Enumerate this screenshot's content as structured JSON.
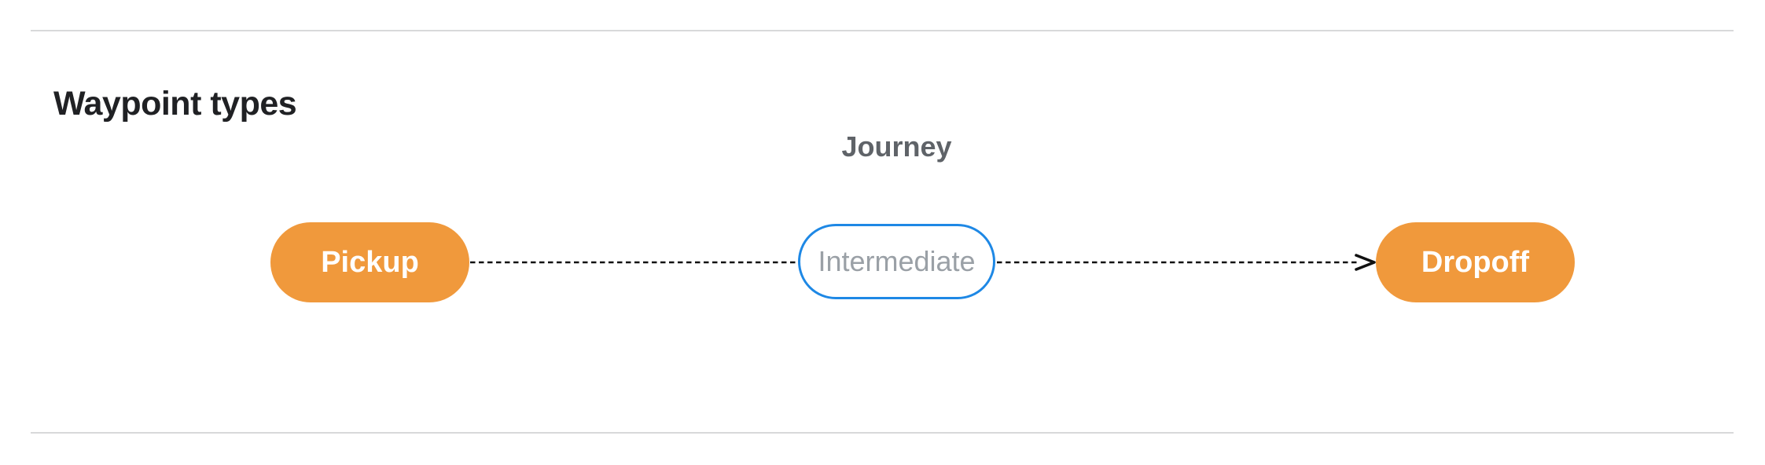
{
  "header": {
    "title": "Waypoint types"
  },
  "diagram": {
    "label": "Journey",
    "nodes": [
      {
        "id": "pickup",
        "label": "Pickup",
        "type": "endpoint"
      },
      {
        "id": "intermediate",
        "label": "Intermediate",
        "type": "intermediate"
      },
      {
        "id": "dropoff",
        "label": "Dropoff",
        "type": "endpoint"
      }
    ],
    "edges": [
      {
        "from": "pickup",
        "to": "intermediate",
        "style": "dashed",
        "arrow": false
      },
      {
        "from": "intermediate",
        "to": "dropoff",
        "style": "dashed",
        "arrow": true
      }
    ],
    "colors": {
      "endpoint_fill": "#f0993c",
      "endpoint_text": "#ffffff",
      "intermediate_border": "#1e88e5",
      "intermediate_text": "#9aa0a6",
      "edge_stroke": "#111111",
      "journey_label": "#5f6368",
      "title_text": "#202124",
      "divider": "#d8d9da",
      "background": "#ffffff"
    }
  }
}
